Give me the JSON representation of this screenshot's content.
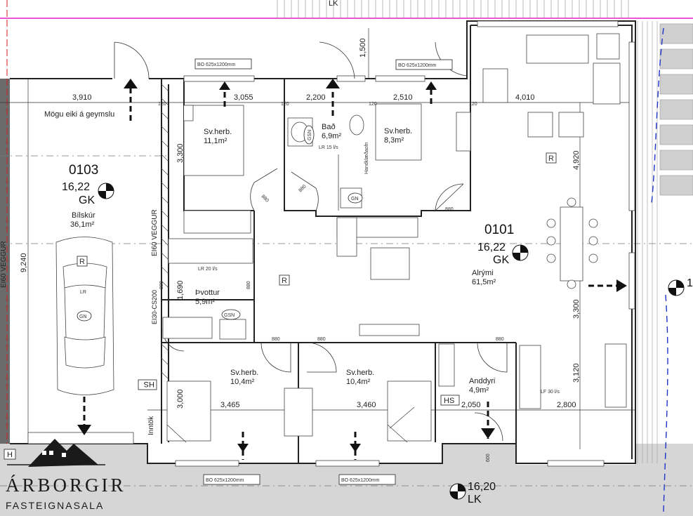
{
  "labels": {
    "lk_top": "LK",
    "dim_1500": "1,500",
    "bo_top_left": "BO 625x1200mm",
    "bo_top_right": "BO 625x1200mm",
    "bo_bottom_left": "BO 625x1200mm",
    "bo_bottom_right": "BO 625x1200mm",
    "dim_3910": "3,910",
    "dim_3055": "3,055",
    "dim_2200": "2,200",
    "dim_2510": "2,510",
    "dim_4010": "4,010",
    "dim_4920": "4,920",
    "dim_9240": "9,240",
    "dim_3300_left": "3,300",
    "dim_3300_right": "3,300",
    "dim_3120": "3,120",
    "dim_1690": "1,690",
    "dim_3000": "3,000",
    "dim_3465": "3,465",
    "dim_3460": "3,460",
    "dim_2050": "2,050",
    "dim_2800": "2,800",
    "dim_600": "600",
    "dim_880": "880",
    "dim_120": "120",
    "moguleiki": "Mögu eiki á geymslu",
    "garage_id": "0103",
    "garage_level": "16,22",
    "garage_gk": "GK",
    "garage_name": "Bílskúr",
    "garage_area": "36,1m²",
    "e160_left": "EI60 VEGGUR",
    "e160_mid": "EI60 VEGGUR",
    "ei30": "EI30-CS200",
    "lr": "LR",
    "gn": "GN",
    "gsn": "GSN",
    "r": "R",
    "hs": "HS",
    "h": "H",
    "room_bed1": "Sv.herb.",
    "room_bed1_area": "11,1m²",
    "room_bath": "Bað",
    "room_bath_area": "6,9m²",
    "room_bath_lr": "LR 15 l/s",
    "handkl": "Handklæðaofn",
    "room_bed2": "Sv.herb.",
    "room_bed2_area": "8,3m²",
    "main_id": "0101",
    "main_level": "16,22",
    "main_gk": "GK",
    "room_alrymi": "Alrými",
    "room_alrymi_area": "61,5m²",
    "room_thvottur": "Þvottur",
    "room_thvottur_area": "5,9m²",
    "lr20": "LR 20 l/s",
    "room_bed3": "Sv.herb.",
    "room_bed3_area": "10,4m²",
    "room_bed4": "Sv.herb.",
    "room_bed4_area": "10,4m²",
    "room_anddyri": "Anddyri",
    "room_anddyri_area": "4,9m²",
    "lf30": "LF 30 l/s",
    "inntok": "Inntök",
    "lk_bottom_level": "16,20",
    "lk_bottom": "LK",
    "right_num": "1",
    "logo_name": "ÁRBORGIR",
    "logo_sub": "FASTEIGNASALA"
  }
}
